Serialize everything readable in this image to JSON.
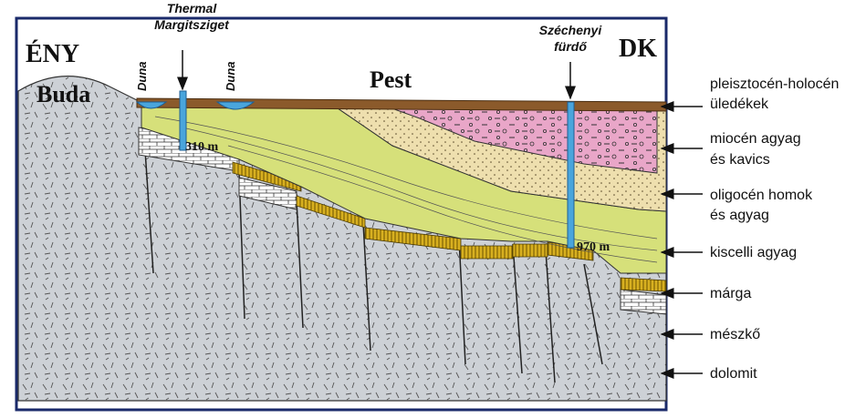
{
  "directions": {
    "northwest": "ÉNY",
    "southeast": "DK"
  },
  "places": {
    "buda": "Buda",
    "pest": "Pest"
  },
  "wells": {
    "thermal_line1": "Thermal",
    "thermal_line2": "Margitsziget",
    "thermal_depth": "310 m",
    "szechenyi_line1": "Széchenyi",
    "szechenyi_line2": "fürdő",
    "szechenyi_depth": "970 m"
  },
  "river": {
    "left": "Duna",
    "right": "Duna"
  },
  "legend": [
    {
      "line1": "pleisztocén-holocén",
      "line2": "üledékek",
      "color": "#8b5a2b",
      "icon": "arrow-left-icon"
    },
    {
      "line1": "miocén agyag",
      "line2": "és kavics",
      "color": "#e9a6c8",
      "icon": "arrow-left-icon"
    },
    {
      "line1": "oligocén homok",
      "line2": "és agyag",
      "color": "#eedfae",
      "icon": "arrow-left-icon"
    },
    {
      "line1": "kiscelli agyag",
      "line2": "",
      "color": "#d6e07a",
      "icon": "arrow-left-icon"
    },
    {
      "line1": "márga",
      "line2": "",
      "color": "#c9a418",
      "icon": "arrow-left-icon"
    },
    {
      "line1": "mészkő",
      "line2": "",
      "color": "#ffffff",
      "icon": "arrow-left-icon"
    },
    {
      "line1": "dolomit",
      "line2": "",
      "color": "#cfd3d8",
      "icon": "arrow-left-icon"
    }
  ]
}
